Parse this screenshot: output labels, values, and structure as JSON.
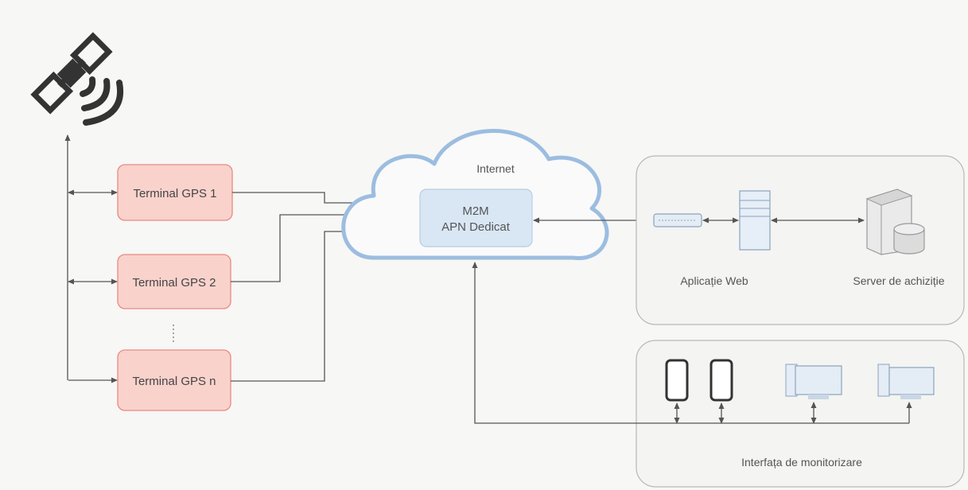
{
  "diagram": {
    "cloud": {
      "label": "Internet",
      "box_line1": "M2M",
      "box_line2": "APN Dedicat"
    },
    "terminals": [
      {
        "label": "Terminal GPS 1"
      },
      {
        "label": "Terminal GPS 2"
      },
      {
        "label": "Terminal GPS n"
      }
    ],
    "server_group": {
      "web_label": "Aplicație Web",
      "acq_label": "Server de achiziție"
    },
    "monitor_group": {
      "label": "Interfața de monitorizare"
    },
    "icons": [
      "satellite-icon",
      "router-icon",
      "web-server-icon",
      "acquisition-server-icon",
      "database-icon",
      "smartphone-icon",
      "desktop-computer-icon"
    ],
    "colors": {
      "terminal_fill": "#f9d2cc",
      "terminal_stroke": "#e98a80",
      "cloud_stroke": "#9cbde0",
      "apn_fill": "#d9e7f5",
      "line": "#555555"
    }
  }
}
